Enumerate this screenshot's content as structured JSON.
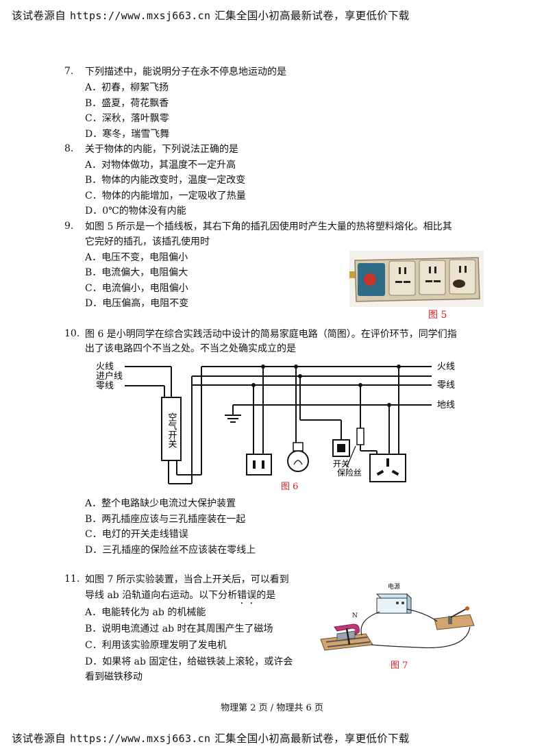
{
  "banner": {
    "prefix": "该试卷源自",
    "url": "https://www.mxsj663.cn",
    "suffix": "汇集全国小初高最新试卷，享更低价下载"
  },
  "q7": {
    "num": "7.",
    "stem": "下列描述中，能说明分子在永不停息地运动的是",
    "options": [
      "A．初春，柳絮飞扬",
      "B．盛夏，荷花飘香",
      "C．深秋，落叶飘零",
      "D．寒冬，瑞雪飞舞"
    ]
  },
  "q8": {
    "num": "8.",
    "stem": "关于物体的内能，下列说法正确的是",
    "options": [
      "A．对物体做功，其温度不一定升高",
      "B．物体的内能改变时，温度一定改变",
      "C．物体的内能增加，一定吸收了热量",
      "D．0℃的物体没有内能"
    ]
  },
  "q9": {
    "num": "9.",
    "stem_line1": "如图 5 所示是一个插线板，其右下角的插孔因使用时产生大量的热将塑料熔化。相比其",
    "stem_line2": "它完好的插孔，该插孔使用时",
    "options": [
      "A．电压不变，电阻偏小",
      "B．电流偏大，电阻偏大",
      "C．电流偏小，电阻偏小",
      "D．电压偏高，电阻不变"
    ],
    "figure_label": "图 5"
  },
  "q10": {
    "num": "10.",
    "stem_line1": "图 6 是小明同学在综合实践活动中设计的简易家庭电路（简图）。在评价环节，同学们指",
    "stem_line2": "出了该电路四个不当之处。不当之处确实成立的是",
    "figure": {
      "left_labels": [
        "火线",
        "进户线",
        "零线"
      ],
      "right_labels": [
        "火线",
        "零线",
        "地线"
      ],
      "air_switch": "空气开关",
      "switch_label": "开关",
      "fuse_label": "保险丝",
      "figure_label": "图 6"
    },
    "options": [
      "A．整个电路缺少电流过大保护装置",
      "B．两孔插座应该与三孔插座装在一起",
      "C．电灯的开关走线错误",
      "D．三孔插座的保险丝不应该装在零线上"
    ]
  },
  "q11": {
    "num": "11.",
    "stem_line1": "如图 7 所示实验装置，当合上开关后，可以看到",
    "stem_line2_a": "导线 ab 沿轨道向右运动。以下分析",
    "stem_line2_em": "错误",
    "stem_line2_b": "的是",
    "options": [
      "A．电能转化为 ab 的机械能",
      "B．说明电流通过 ab 时在其周围产生了磁场",
      "C．利用该实验原理发明了发电机",
      "D．如果将 ab 固定住，给磁铁装上滚轮，或许会"
    ],
    "option_d_cont": "看到磁铁移动",
    "figure": {
      "power_label": "电源",
      "pole_label": "N",
      "figure_label": "图 7"
    }
  },
  "footer": "物理第 2 页 / 物理共 6 页"
}
